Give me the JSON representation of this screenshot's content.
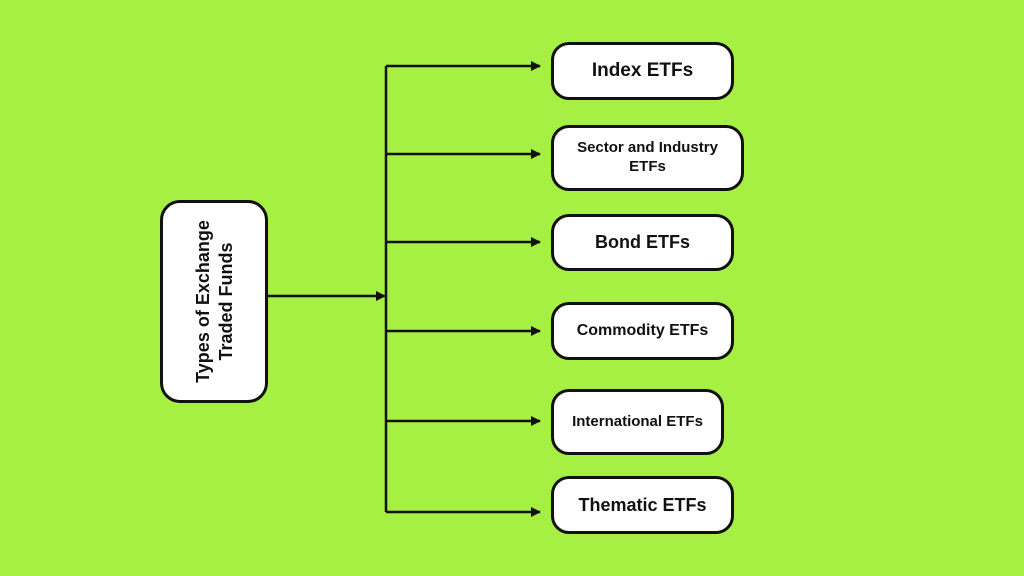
{
  "colors": {
    "background": "#a6f043",
    "node_fill": "#ffffff",
    "line": "#111111"
  },
  "root": {
    "line1": "Types of Exchange",
    "line2": "Traded Funds"
  },
  "branches": [
    {
      "label": "Index ETFs"
    },
    {
      "label": "Sector and Industry ETFs"
    },
    {
      "label": "Bond ETFs"
    },
    {
      "label": "Commodity ETFs"
    },
    {
      "label": "International ETFs"
    },
    {
      "label": "Thematic ETFs"
    }
  ]
}
